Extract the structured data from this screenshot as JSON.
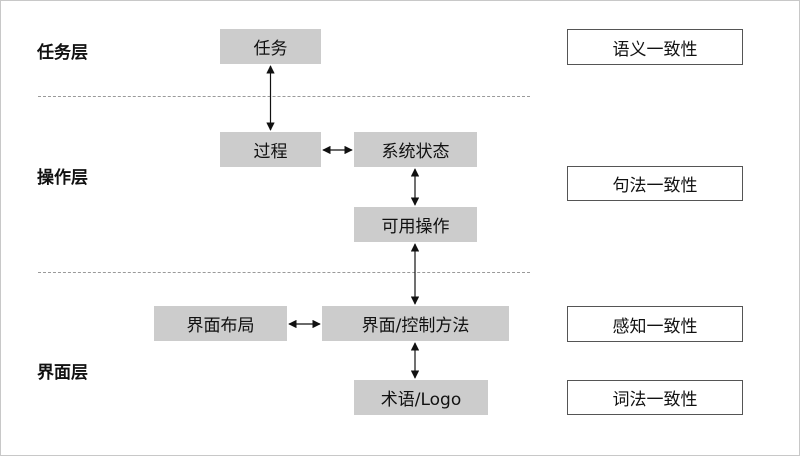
{
  "layers": {
    "task": "任务层",
    "operation": "操作层",
    "interface": "界面层"
  },
  "nodes": {
    "task": "任务",
    "process": "过程",
    "system_state": "系统状态",
    "available_ops": "可用操作",
    "layout": "界面布局",
    "control_method": "界面/控制方法",
    "terminology": "术语/Logo"
  },
  "consistency": {
    "semantic": "语义一致性",
    "syntactic": "句法一致性",
    "perceptual": "感知一致性",
    "lexical": "词法一致性"
  },
  "colors": {
    "node_fill": "#cccccc",
    "arrow": "#111111",
    "divider": "#9a9a9a"
  }
}
